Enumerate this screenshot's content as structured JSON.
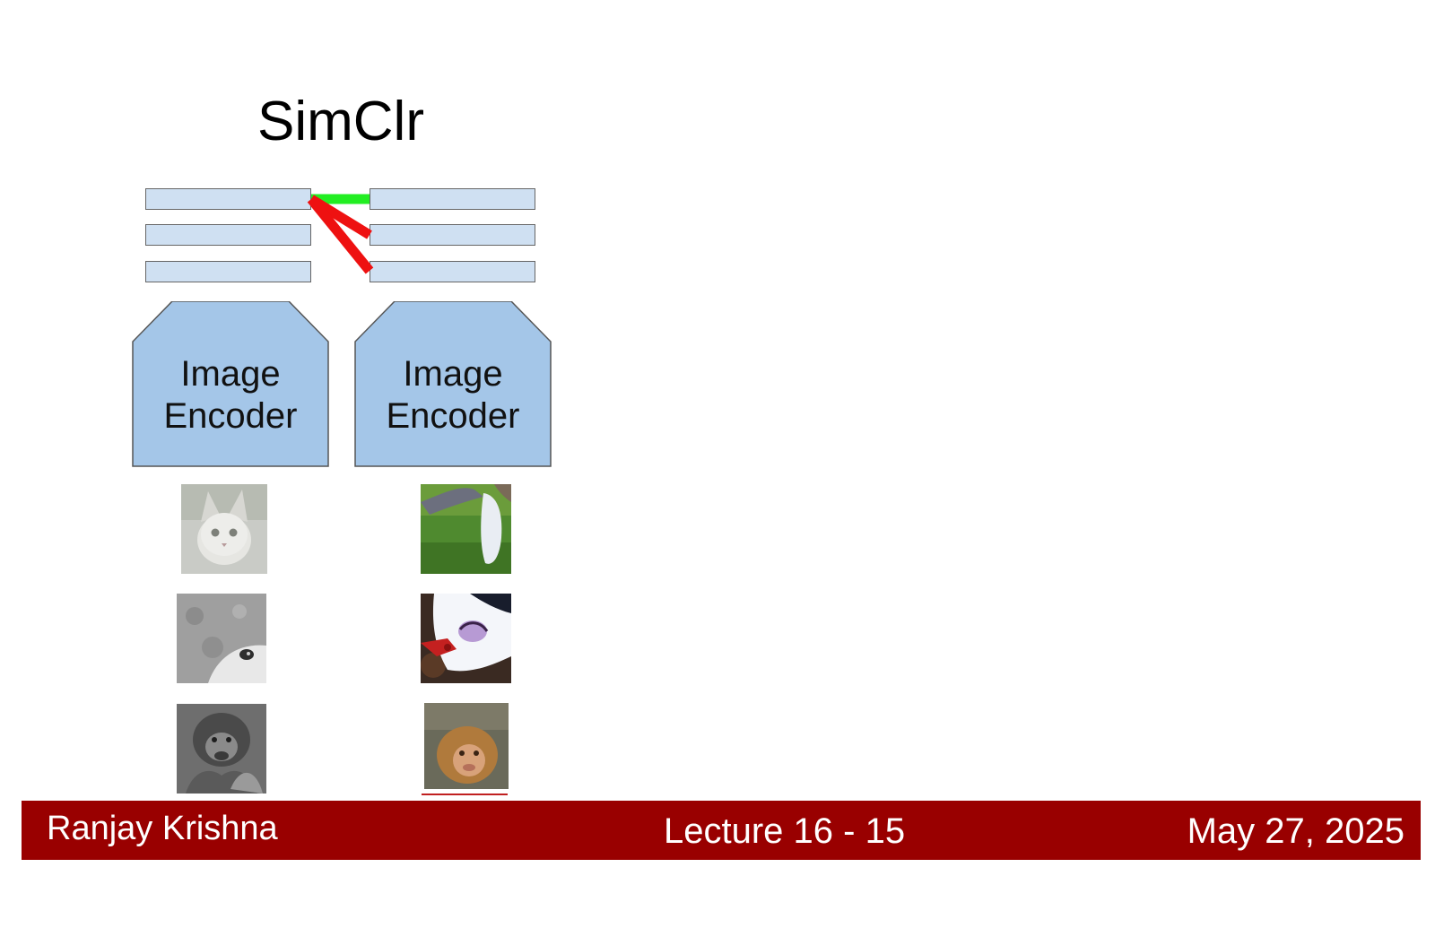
{
  "slide": {
    "title": "SimClr"
  },
  "encoders": [
    {
      "line1": "Image",
      "line2": "Encoder"
    },
    {
      "line1": "Image",
      "line2": "Encoder"
    }
  ],
  "colors": {
    "embedding_fill": "#cfe0f2",
    "encoder_fill": "#a4c6e8",
    "positive_link": "#22ee22",
    "negative_link": "#ee1111",
    "footer_bg": "#990000"
  },
  "thumbnails": {
    "left": [
      "kitten",
      "rabbit",
      "monkey"
    ],
    "right": [
      "dog-on-grass",
      "dog-mouth",
      "macaque"
    ]
  },
  "footer": {
    "author": "Ranjay Krishna",
    "lecture": "Lecture 16 -  15",
    "date": "May 27, 2025"
  }
}
